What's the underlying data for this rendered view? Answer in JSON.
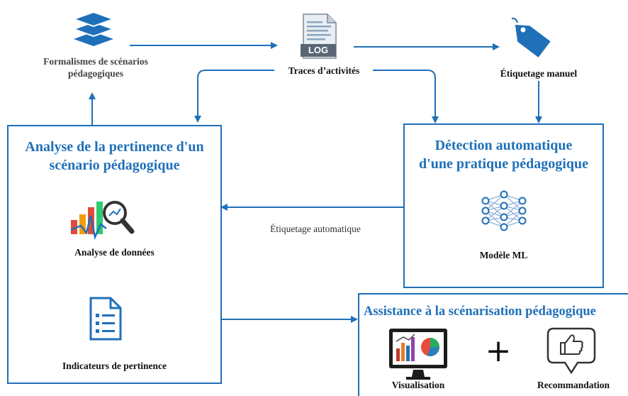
{
  "top": {
    "formalisms_label": [
      "Formalismes de scénarios",
      "pédagogiques"
    ],
    "traces_label": "Traces d’activités",
    "log_badge": "LOG",
    "labeling_label": "Étiquetage manuel"
  },
  "analysis_box": {
    "title": [
      "Analyse de la pertinence d'un",
      "scénario pédagogique"
    ],
    "data_analysis_label": "Analyse de données",
    "indicators_label": "Indicateurs de pertinence"
  },
  "detection_box": {
    "title": [
      "Détection automatique",
      "d'une pratique pédagogique"
    ],
    "model_label": "Modèle ML"
  },
  "auto_label_edge": "Étiquetage automatique",
  "assistance_box": {
    "title": "Assistance à la scénarisation pédagogique",
    "visualisation_label": "Visualisation",
    "plus": "+",
    "recommendation_label": "Recommandation"
  },
  "colors": {
    "accent": "#1f70b8",
    "arrow": "#1f70b8"
  }
}
